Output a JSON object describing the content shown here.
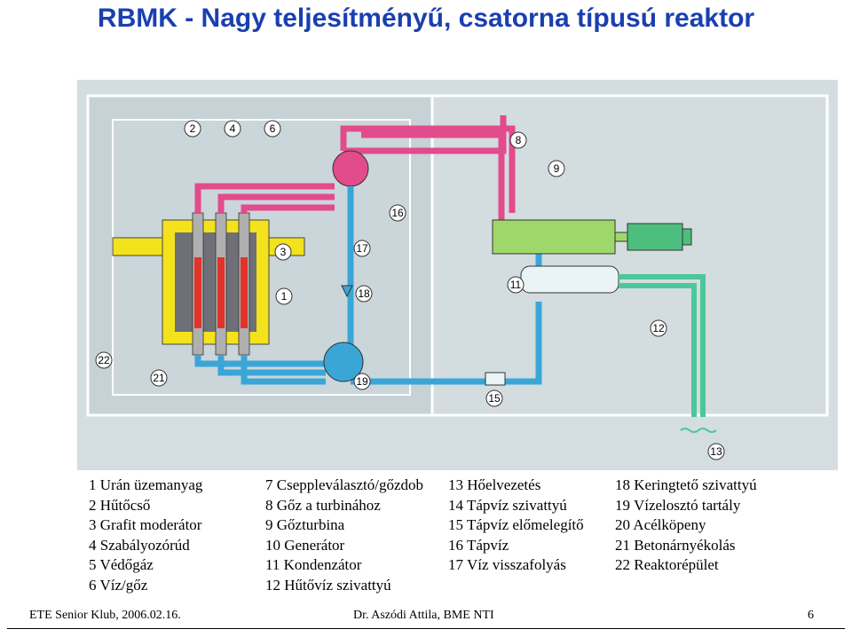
{
  "title": "RBMK - Nagy teljesítményű, csatorna típusú reaktor",
  "callouts": [
    "1",
    "2",
    "3",
    "4",
    "6",
    "8",
    "9",
    "11",
    "12",
    "13",
    "15",
    "16",
    "17",
    "18",
    "19",
    "21",
    "22"
  ],
  "legend": {
    "col1": [
      "1 Urán üzemanyag",
      "2 Hűtőcső",
      "3 Grafit moderátor",
      "4 Szabályozórúd",
      "5 Védőgáz",
      "6 Víz/gőz"
    ],
    "col2": [
      "7 Cseppleválasztó/gőzdob",
      "8 Gőz a turbinához",
      "9 Gőzturbina",
      "10 Generátor",
      "11 Kondenzátor",
      "12 Hűtővíz szivattyú"
    ],
    "col3": [
      "13 Hőelvezetés",
      "14 Tápvíz szivattyú",
      "15 Tápvíz előmelegítő",
      "16 Tápvíz",
      "17 Víz visszafolyás"
    ],
    "col4": [
      "18 Keringtető szivattyú",
      "19 Vízelosztó tartály",
      "20 Acélköpeny",
      "21 Betonárnyékolás",
      "22 Reaktorépület"
    ]
  },
  "footer": {
    "left": "ETE Senior Klub, 2006.02.16.",
    "center": "Dr. Aszódi Attila, BME NTI",
    "page": "6"
  },
  "colors": {
    "title": "#1a3fb0",
    "steam": "#e24b8c",
    "water": "#3aa6d8",
    "cooling": "#4cc79a",
    "turbine": "#9fd86a",
    "generator": "#4cbf7e",
    "reactor_yellow": "#f3e21c",
    "graphite": "#6f6f78",
    "building": "#c9d4d8"
  }
}
